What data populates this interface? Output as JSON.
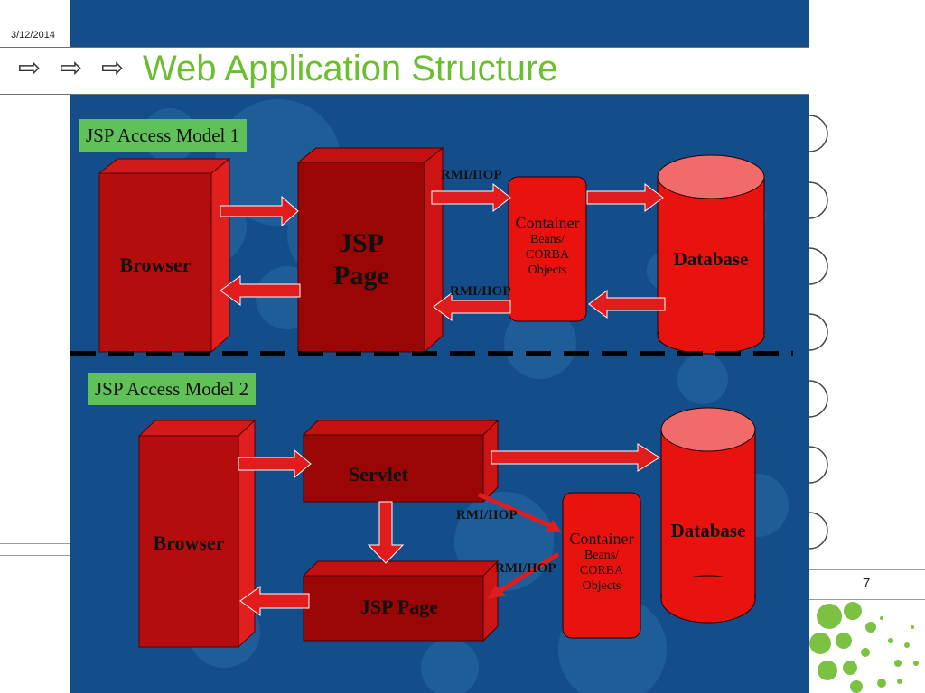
{
  "slide": {
    "date": "3/12/2014",
    "title": "Web Application Structure",
    "page_number": "7"
  },
  "model1": {
    "label": "JSP Access Model 1",
    "browser": "Browser",
    "jsp_line1": "JSP",
    "jsp_line2": "Page",
    "rmi_top": "RMI/IIOP",
    "rmi_bottom": "RMI/IIOP",
    "container_title": "Container",
    "container_l1": "Beans/",
    "container_l2": "CORBA",
    "container_l3": "Objects",
    "database": "Database"
  },
  "model2": {
    "label": "JSP Access Model 2",
    "browser": "Browser",
    "servlet": "Servlet",
    "jsp_page": "JSP Page",
    "rmi_top": "RMI/IIOP",
    "rmi_bottom": "RMI/IIOP",
    "container_title": "Container",
    "container_l1": "Beans/",
    "container_l2": "CORBA",
    "container_l3": "Objects",
    "database": "Database"
  },
  "colors": {
    "title_green": "#6abf2e",
    "panel_blue": "#134e8a",
    "box_red": "#b40d0d",
    "label_green": "#5fc157",
    "db_top": "#f26b6b"
  }
}
